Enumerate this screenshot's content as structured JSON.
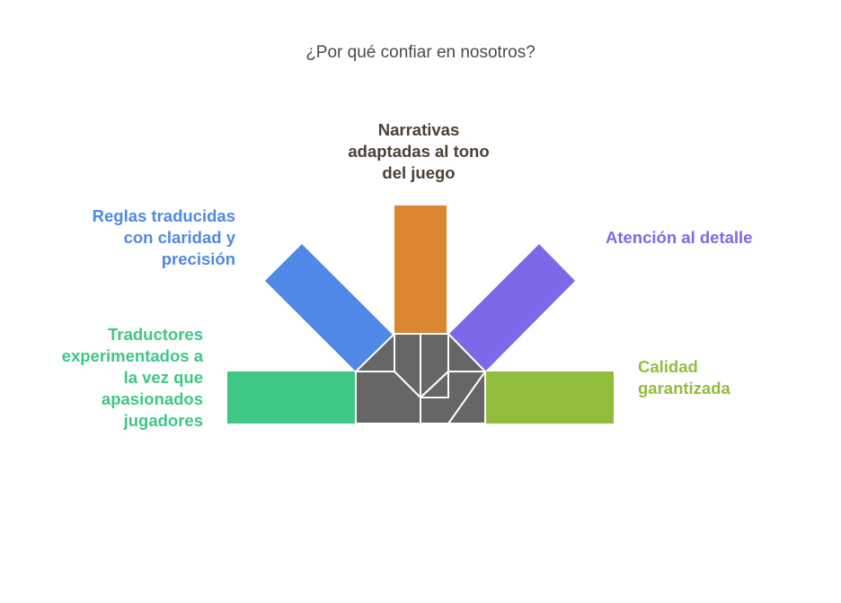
{
  "title": "¿Por qué confiar en nosotros?",
  "colors": {
    "left": "#3ec785",
    "upper_left": "#4f88e6",
    "top": "#dc8531",
    "upper_right": "#7f68e8",
    "right": "#92bd3c",
    "hub": "#666666",
    "hub_stroke": "#ffffff"
  },
  "labels": {
    "top": [
      "Narrativas",
      "adaptadas al tono",
      "del juego"
    ],
    "upper_left": [
      "Reglas traducidas",
      "con claridad y",
      "precisión"
    ],
    "upper_right": [
      "Atención al detalle"
    ],
    "left": [
      "Traductores",
      "experimentados a",
      "la vez que",
      "apasionados",
      "jugadores"
    ],
    "right": [
      "Calidad",
      "garantizada"
    ]
  }
}
